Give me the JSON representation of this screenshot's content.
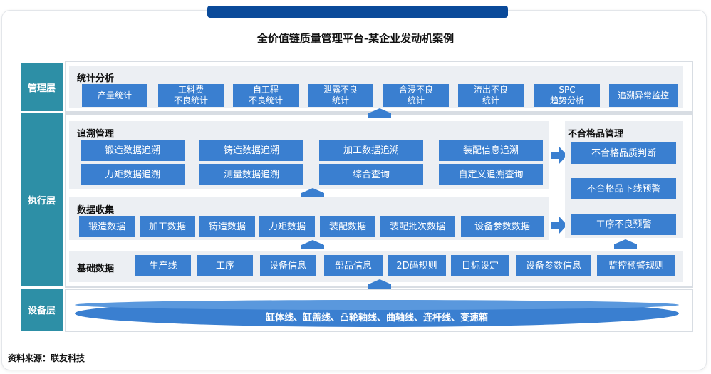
{
  "title": "全价值链质量管理平台-某企业发动机案例",
  "layers": {
    "management": "管理层",
    "execution": "执行层",
    "equipment": "设备层"
  },
  "stat": {
    "label": "统计分析",
    "items": [
      "产量统计",
      "工料费\n不良统计",
      "自工程\n不良统计",
      "泄露不良\n统计",
      "含浸不良\n统计",
      "流出不良\n统计",
      "SPC\n趋势分析",
      "追溯异常监控"
    ]
  },
  "trace": {
    "label": "追溯管理",
    "items": [
      "锻造数据追溯",
      "铸造数据追溯",
      "加工数据追溯",
      "装配信息追溯",
      "力矩数据追溯",
      "测量数据追溯",
      "综合查询",
      "自定义追溯查询"
    ]
  },
  "nonconform": {
    "label": "不合格品管理",
    "items": [
      "不合格品质判断",
      "不合格品下线预警",
      "工序不良预警"
    ]
  },
  "collect": {
    "label": "数据收集",
    "items": [
      "锻造数据",
      "加工数据",
      "铸造数据",
      "力矩数据",
      "装配数据",
      "装配批次数据",
      "设备参数数据"
    ]
  },
  "basic": {
    "label": "基础数据",
    "items": [
      "生产线",
      "工序",
      "设备信息",
      "部品信息",
      "2D码规则",
      "目标设定",
      "设备参数信息",
      "监控预警规则"
    ]
  },
  "equipment_lines": "缸体线、缸盖线、凸轮轴线、曲轴线、连杆线、变速箱",
  "source": "资料来源：联友科技"
}
